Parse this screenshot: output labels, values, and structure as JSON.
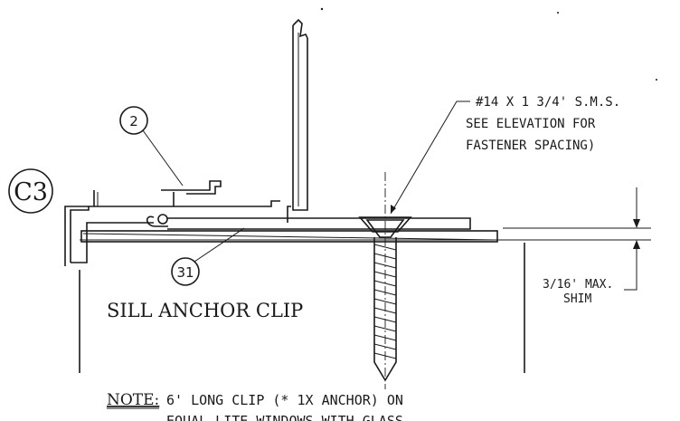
{
  "detail": {
    "tag": "C3"
  },
  "callouts": {
    "part_2": "2",
    "part_31": "31"
  },
  "fastener_note": {
    "line1": "#14 X 1 3/4' S.M.S.",
    "line2": "SEE ELEVATION FOR",
    "line3": "FASTENER SPACING)"
  },
  "shim_note": {
    "line1": "3/16' MAX.",
    "line2": "SHIM"
  },
  "main_label": "SILL ANCHOR CLIP",
  "note": {
    "label": "NOTE:",
    "line1": "6' LONG CLIP (*  1X ANCHOR) ON",
    "line2": "EQUAL LITE WINDOWS WITH GLASS"
  },
  "colors": {
    "ink": "#1a1a1a",
    "paper": "#ffffff"
  }
}
